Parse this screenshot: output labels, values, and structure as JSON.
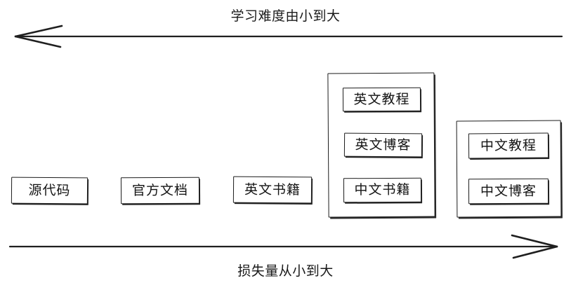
{
  "diagram": {
    "type": "spectrum-diagram",
    "top_axis": {
      "label": "学习难度由小到大",
      "direction": "left",
      "arrow_icon": "arrow-left-icon"
    },
    "bottom_axis": {
      "label": "损失量从小到大",
      "direction": "right",
      "arrow_icon": "arrow-right-icon"
    },
    "nodes": [
      {
        "id": "source-code",
        "label": "源代码"
      },
      {
        "id": "official-docs",
        "label": "官方文档"
      },
      {
        "id": "english-books",
        "label": "英文书籍"
      }
    ],
    "groups": [
      {
        "id": "english-group",
        "items": [
          {
            "id": "english-tutorial",
            "label": "英文教程"
          },
          {
            "id": "english-blog",
            "label": "英文博客"
          },
          {
            "id": "chinese-books",
            "label": "中文书籍"
          }
        ]
      },
      {
        "id": "chinese-group",
        "items": [
          {
            "id": "chinese-tutorial",
            "label": "中文教程"
          },
          {
            "id": "chinese-blog",
            "label": "中文博客"
          }
        ]
      }
    ],
    "colors": {
      "stroke": "#1c1c1c",
      "text": "#141414",
      "background": "#ffffff"
    }
  }
}
